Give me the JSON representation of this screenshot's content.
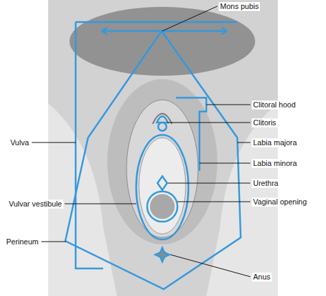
{
  "diagram": {
    "labels": [
      "Mons pubis",
      "Clitoral hood",
      "Clitoris",
      "Labia majora",
      "Vulva",
      "Labia minora",
      "Urethra",
      "Vulvar vestibule",
      "Vaginal opening",
      "Perineum",
      "Anus"
    ]
  }
}
